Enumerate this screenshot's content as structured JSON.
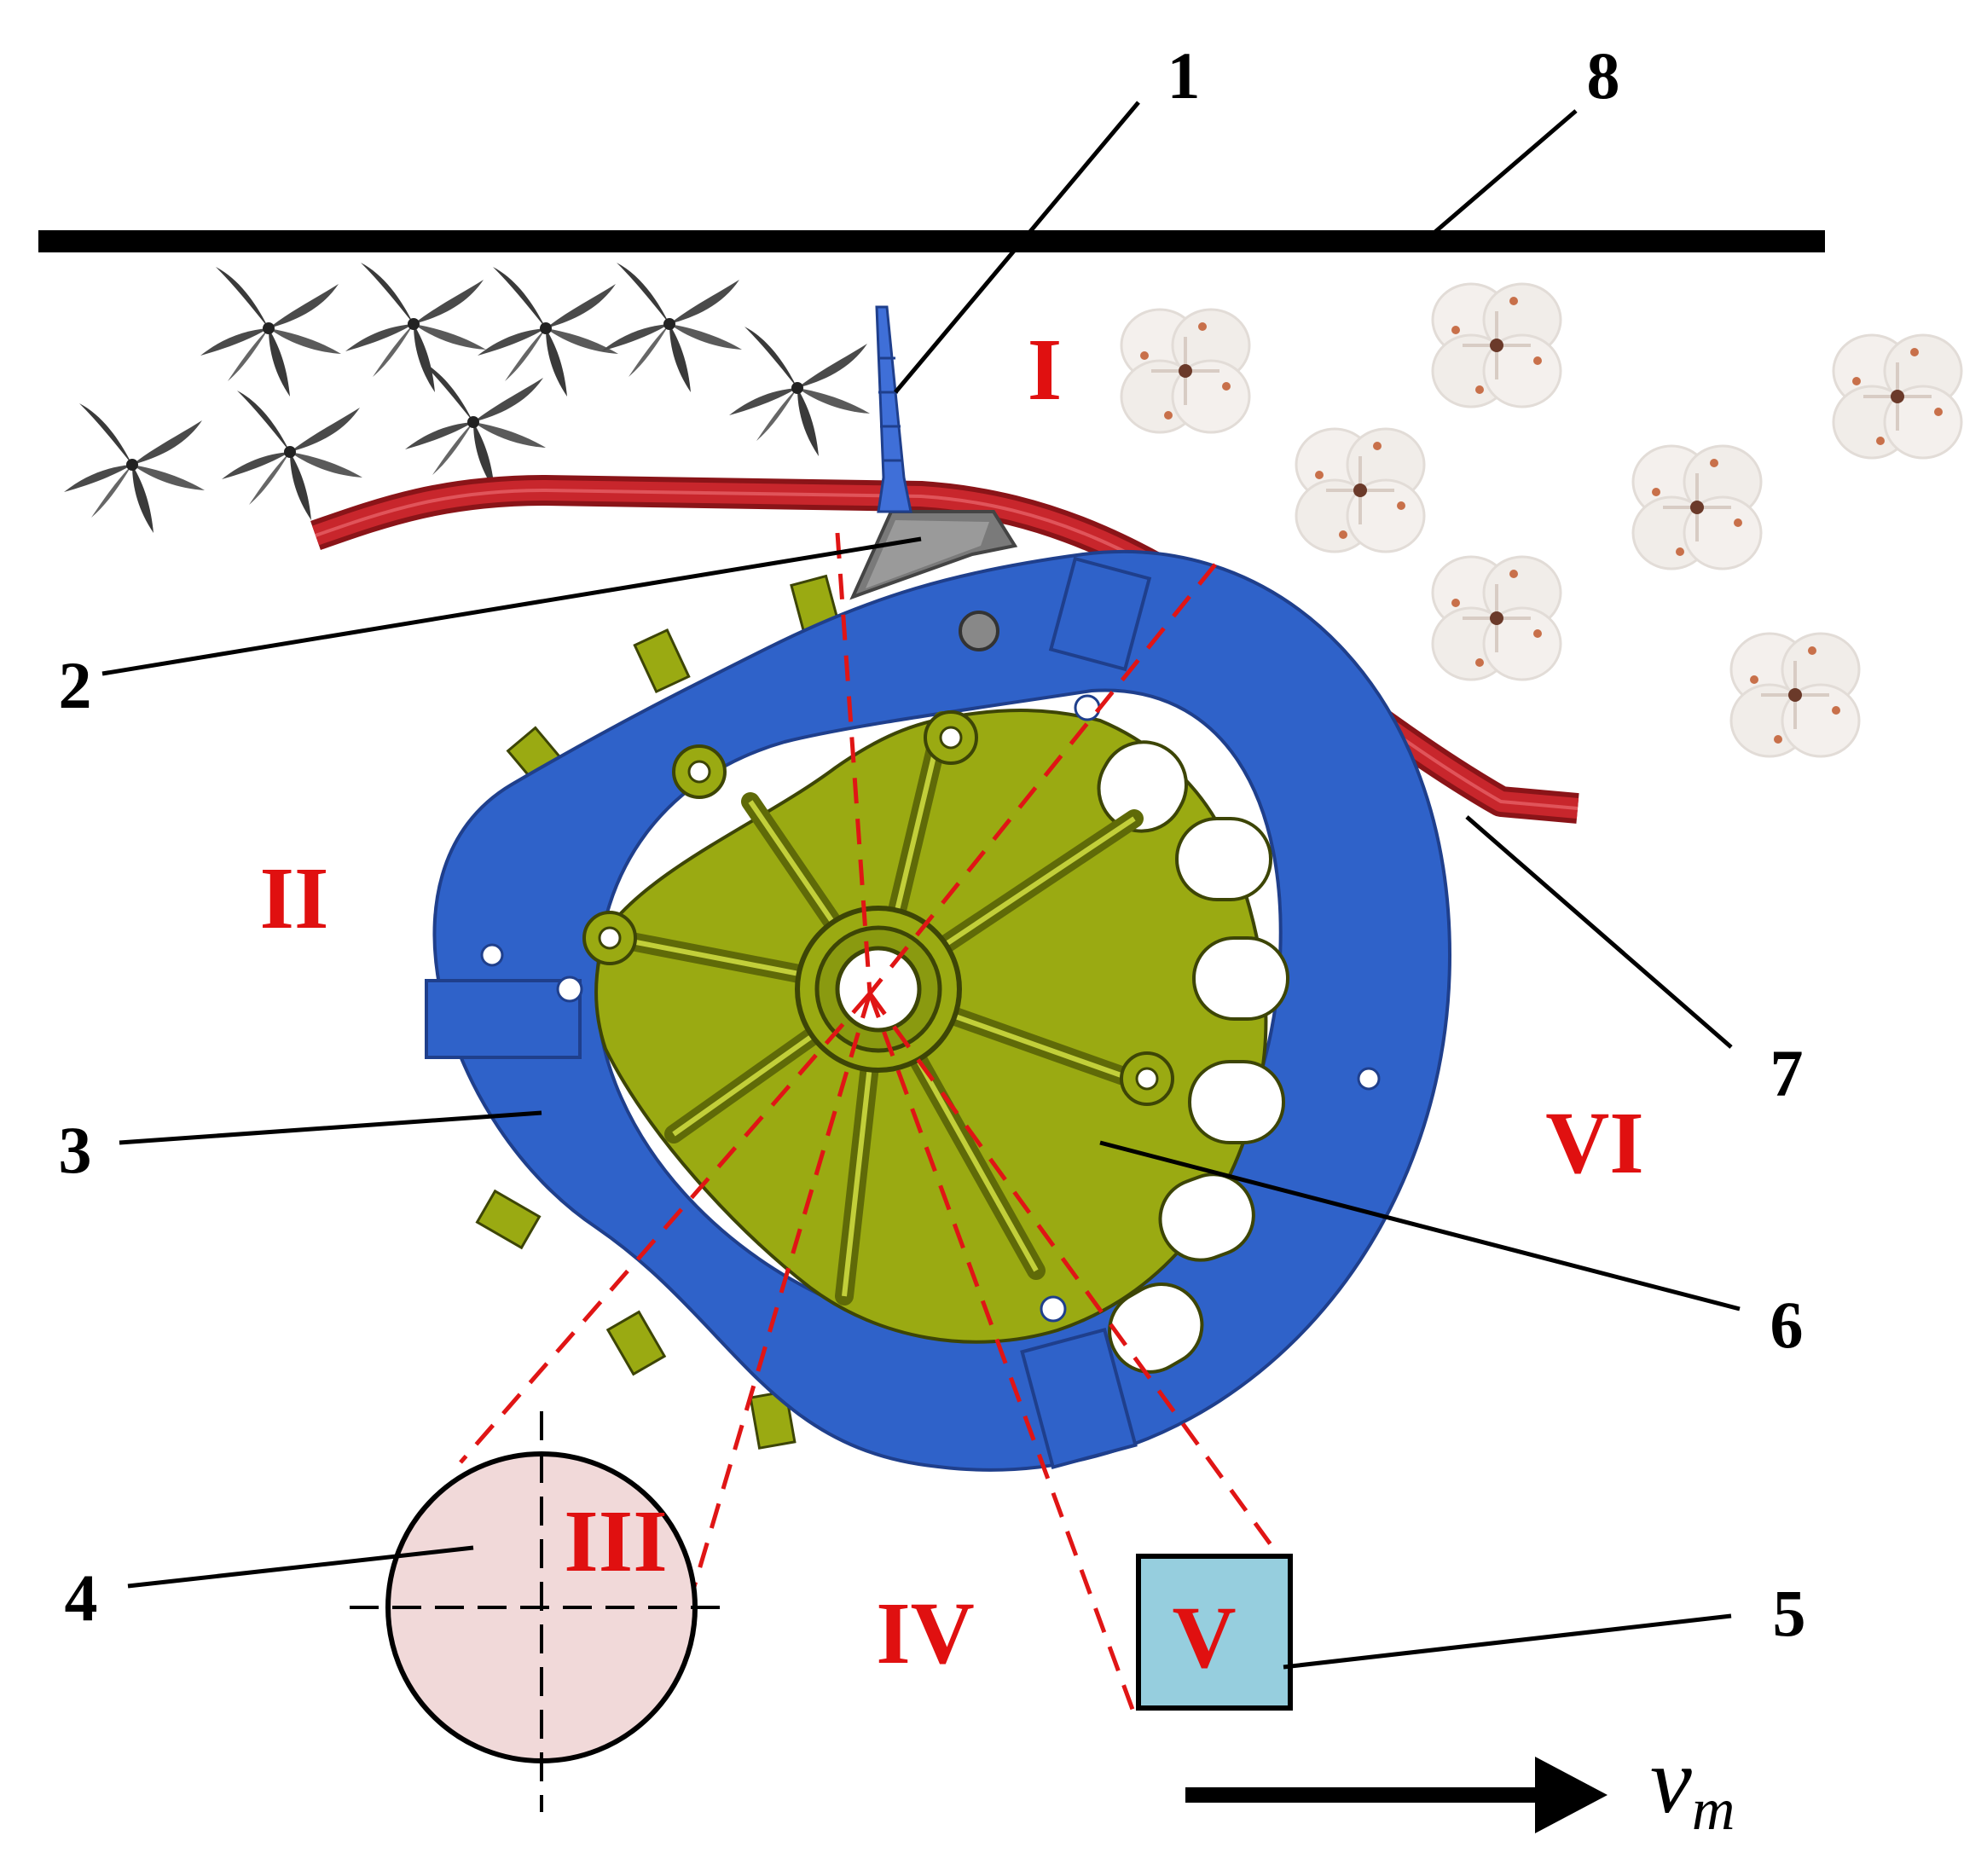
{
  "colors": {
    "wheel": "#2f62c9",
    "wheel_dark": "#1f3f8c",
    "disc": "#9aaa12",
    "disc_dark": "#5f6a08",
    "tube": "#c8262c",
    "zone_label": "#e01010",
    "circle_fill": "#f1d9d9",
    "box_fill": "#96cede",
    "guide": "#e01515",
    "finger": "#3f6fd8",
    "holder": "#777777"
  },
  "icons": {
    "seedling": "seedling-icon",
    "cotton_boll": "cotton-boll-icon"
  },
  "callouts": {
    "c1": "1",
    "c2": "2",
    "c3": "3",
    "c4": "4",
    "c5": "5",
    "c6": "6",
    "c7": "7",
    "c8": "8"
  },
  "zones": {
    "z1": "I",
    "z2": "II",
    "z3": "III",
    "z4": "IV",
    "z5": "V",
    "z6": "VI"
  },
  "velocity": {
    "symbol": "v",
    "subscript": "m"
  }
}
